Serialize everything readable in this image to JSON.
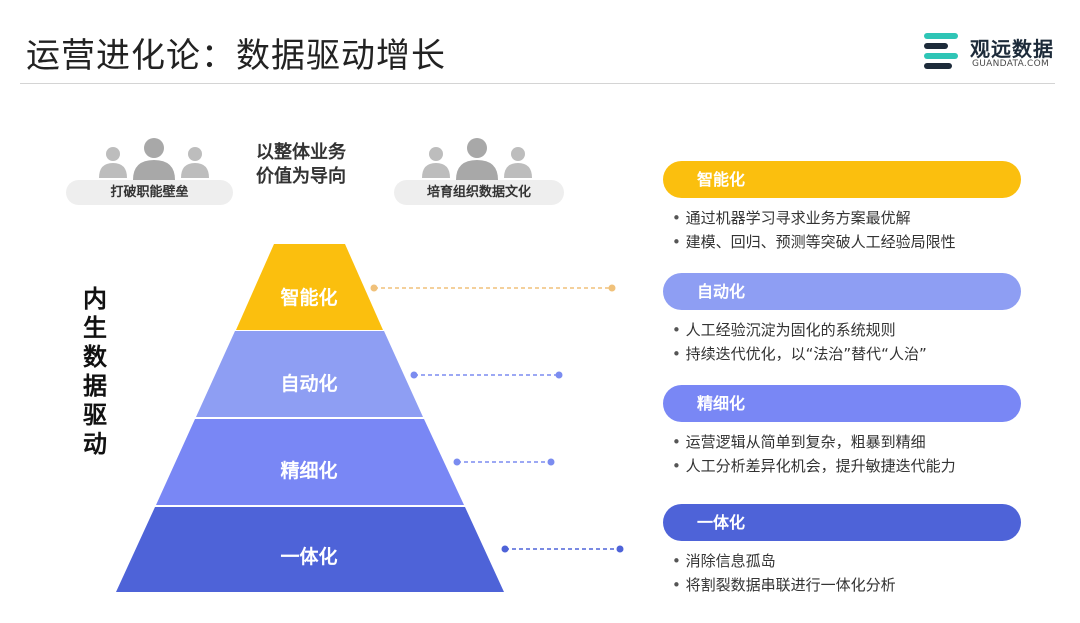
{
  "title": "运营进化论：数据驱动增长",
  "logo": {
    "name": "观远数据",
    "sub": "GUANDATA.COM"
  },
  "pills": {
    "left": "打破职能壁垒",
    "right": "培育组织数据文化"
  },
  "center_text": {
    "line1": "以整体业务",
    "line2": "价值为导向"
  },
  "vertical_label": [
    "内",
    "生",
    "数",
    "据",
    "驱",
    "动"
  ],
  "colors": {
    "tier1": "#fbbf0e",
    "tier2": "#8e9ef3",
    "tier3": "#7987f5",
    "tier4": "#4e63d8"
  },
  "pyramid": [
    "智能化",
    "自动化",
    "精细化",
    "一体化"
  ],
  "panels": [
    {
      "label": "智能化",
      "bullets": [
        "通过机器学习寻求业务方案最优解",
        "建模、回归、预测等突破人工经验局限性"
      ]
    },
    {
      "label": "自动化",
      "bullets": [
        "人工经验沉淀为固化的系统规则",
        "持续迭代优化，以“法治”替代“人治”"
      ]
    },
    {
      "label": "精细化",
      "bullets": [
        "运营逻辑从简单到复杂，粗暴到精细",
        "人工分析差异化机会，提升敏捷迭代能力"
      ]
    },
    {
      "label": "一体化",
      "bullets": [
        "消除信息孤岛",
        "将割裂数据串联进行一体化分析"
      ]
    }
  ]
}
